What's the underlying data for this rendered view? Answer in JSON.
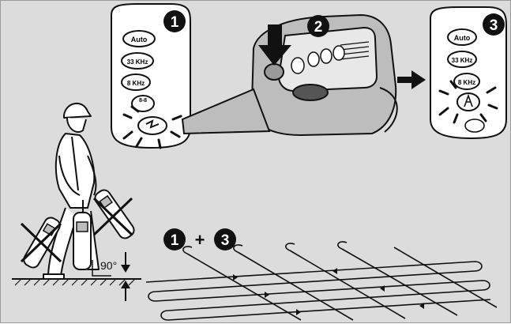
{
  "colors": {
    "background": "#dcdcdc",
    "ink": "#111111",
    "panel": "#ffffff",
    "device_gray": "#bdbdbd"
  },
  "steps": {
    "s1": "1",
    "s2": "2",
    "s3": "3",
    "combo_left": "1",
    "combo_plus": "+",
    "combo_right": "3"
  },
  "panel_left": {
    "buttons": [
      "Auto",
      "33 KHz",
      "8 KHz",
      "8-8"
    ],
    "icon": "lightning-flash-icon"
  },
  "panel_right": {
    "buttons": [
      "Auto",
      "33 KHz",
      "8 KHz"
    ],
    "icon": "antenna-signal-icon"
  },
  "device": {
    "label": "press-button-device",
    "arrow": "down-arrow-icon"
  },
  "figure": {
    "angle_label": "90°"
  }
}
